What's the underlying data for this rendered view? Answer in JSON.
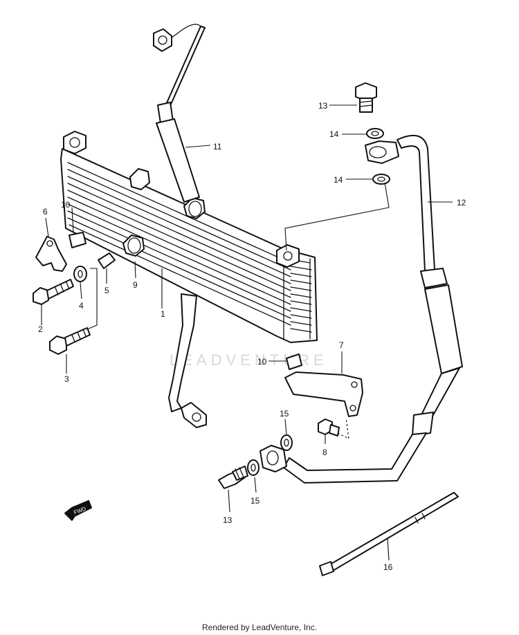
{
  "watermark": "LEADVENTURE",
  "footer": "Rendered by LeadVenture, Inc.",
  "fwd_label": "FWD",
  "callouts": {
    "c1": "1",
    "c2": "2",
    "c3": "3",
    "c4": "4",
    "c5": "5",
    "c6": "6",
    "c7": "7",
    "c8": "8",
    "c9": "9",
    "c10a": "10",
    "c10b": "10",
    "c11": "11",
    "c12": "12",
    "c13a": "13",
    "c13b": "13",
    "c14a": "14",
    "c14b": "14",
    "c15a": "15",
    "c15b": "15",
    "c16": "16"
  }
}
